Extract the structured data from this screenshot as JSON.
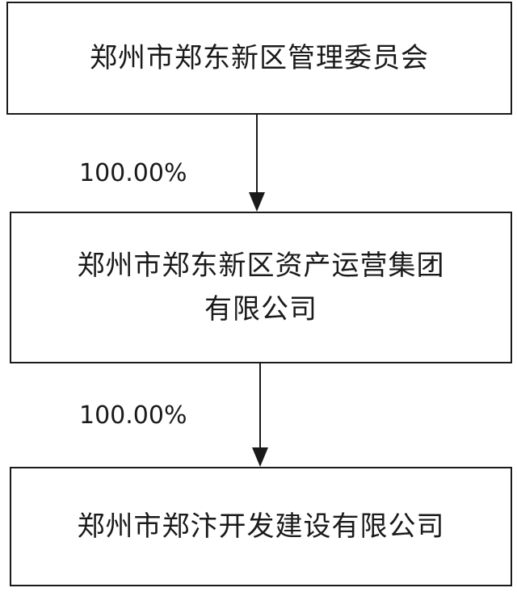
{
  "nodes": [
    {
      "id": "top",
      "label": "郑州市郑东新区管理委员会"
    },
    {
      "id": "middle",
      "label": "郑州市郑东新区资产运营集团\n有限公司"
    },
    {
      "id": "bottom",
      "label": "郑州市郑汴开发建设有限公司"
    }
  ],
  "edges": [
    {
      "from": "top",
      "to": "middle",
      "label": "100.00%"
    },
    {
      "from": "middle",
      "to": "bottom",
      "label": "100.00%"
    }
  ]
}
